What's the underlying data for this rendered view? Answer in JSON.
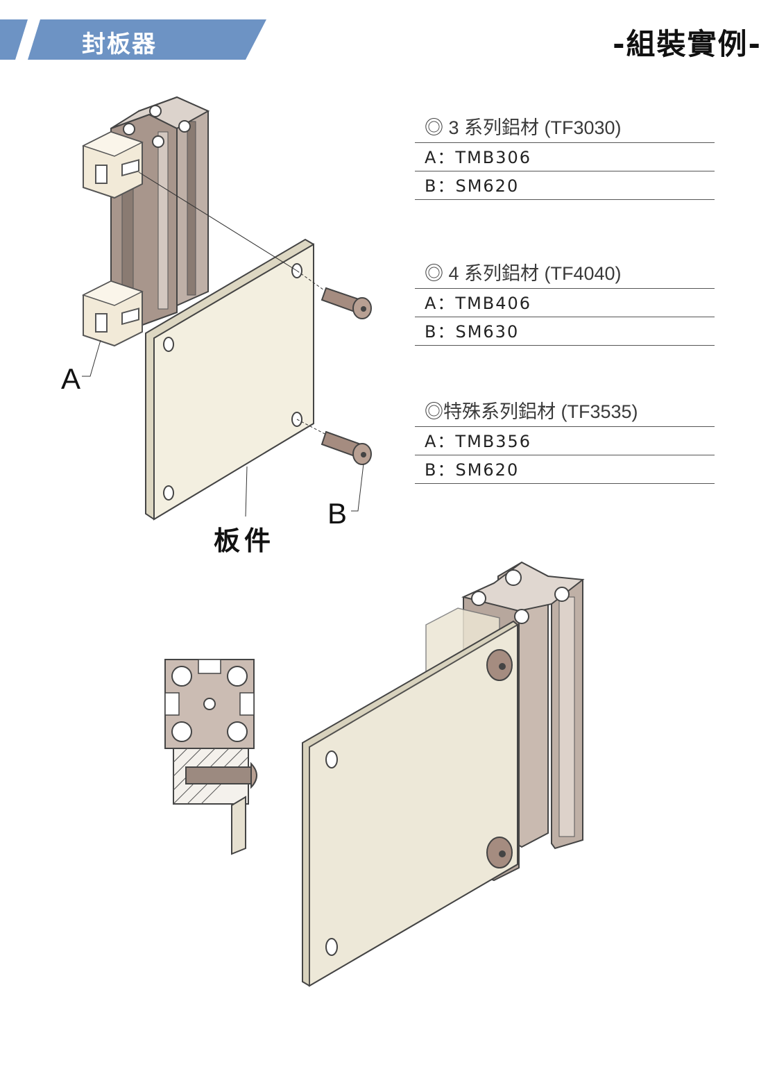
{
  "header": {
    "title": "封板器",
    "subtitle": "-組裝實例-",
    "banner_color": "#6d93c4"
  },
  "specs": [
    {
      "heading": "◎ 3 系列鋁材 (TF3030)",
      "a": "A：TMB306",
      "b": "B：SM620"
    },
    {
      "heading": "◎ 4 系列鋁材 (TF4040)",
      "a": "A：TMB406",
      "b": "B：SM630"
    },
    {
      "heading": "◎特殊系列鋁材 (TF3535)",
      "a": "A：TMB356",
      "b": "B：SM620"
    }
  ],
  "labels": {
    "part_a": "A",
    "part_b": "B",
    "board": "板件"
  }
}
